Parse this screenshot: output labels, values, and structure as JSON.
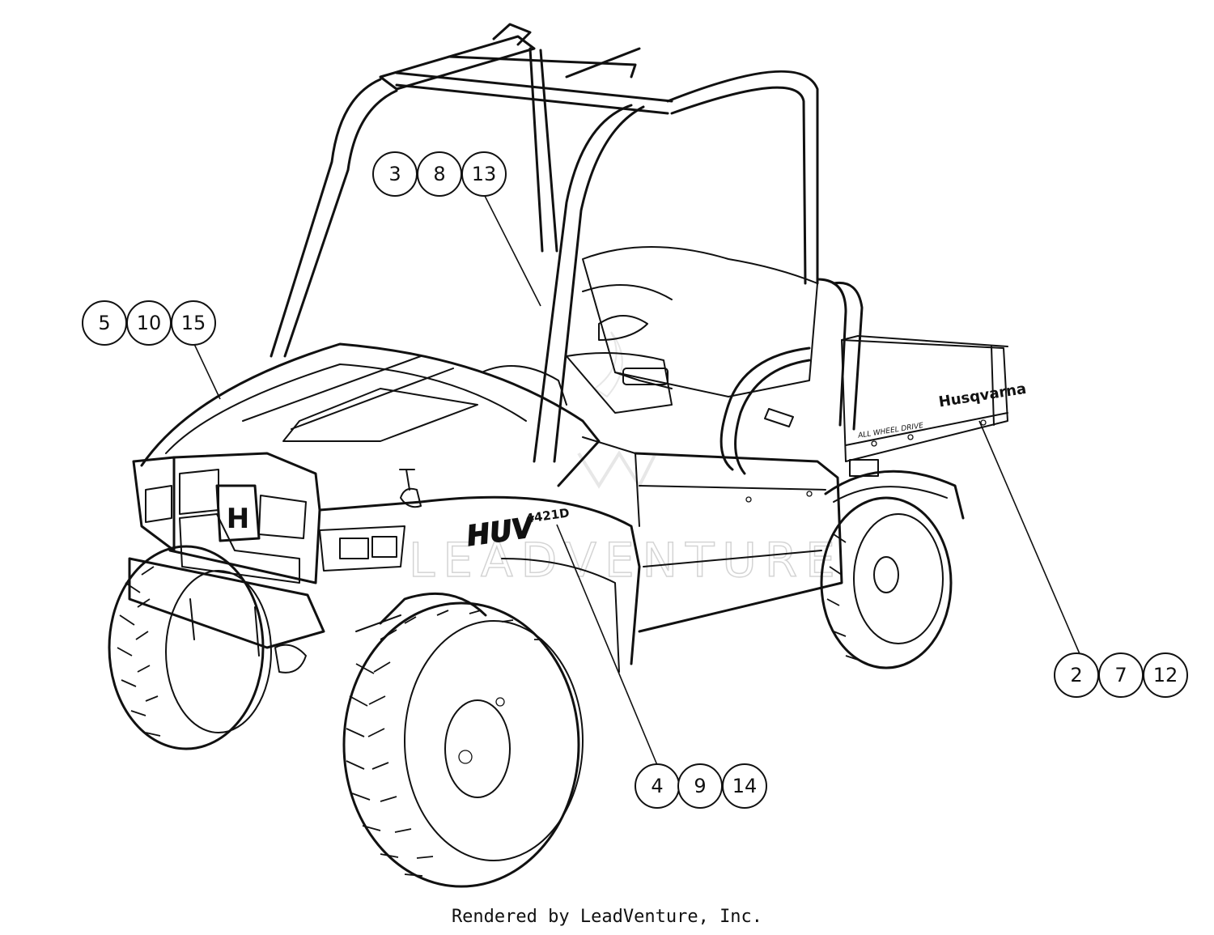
{
  "callouts": [
    {
      "id": "g1",
      "numbers": [
        "3",
        "8",
        "13"
      ]
    },
    {
      "id": "g2",
      "numbers": [
        "5",
        "10",
        "15"
      ]
    },
    {
      "id": "g3",
      "numbers": [
        "2",
        "7",
        "12"
      ]
    },
    {
      "id": "g4",
      "numbers": [
        "4",
        "9",
        "14"
      ]
    }
  ],
  "decals": {
    "model": "HUV",
    "model_number": "4421D",
    "bed_brand": "Husqvarna",
    "bed_tagline": "ALL WHEEL DRIVE"
  },
  "watermark": "LEADVENTURE",
  "footer": {
    "credit": "Rendered by LeadVenture, Inc."
  }
}
